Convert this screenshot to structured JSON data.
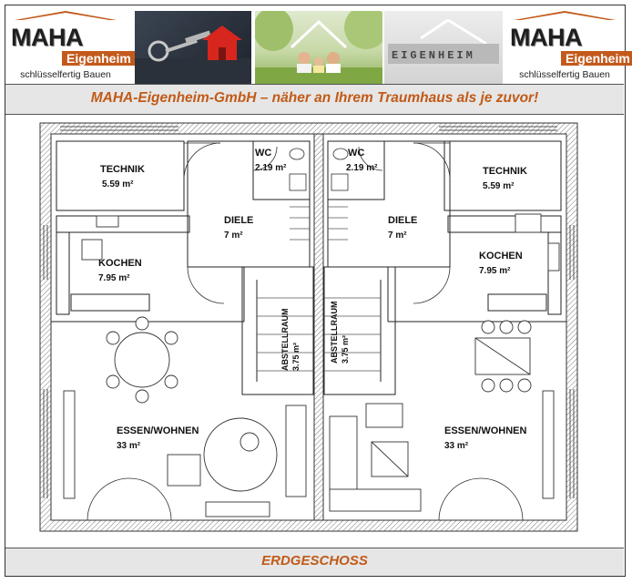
{
  "header": {
    "logo_left": {
      "brand": "MAHA",
      "sub": "Eigenheim",
      "tagline": "schlüsselfertig Bauen"
    },
    "logo_right": {
      "brand": "MAHA",
      "sub": "Eigenheim",
      "tagline": "schlüsselfertig Bauen"
    },
    "photos": [
      "house-key-photo",
      "family-house-photo",
      "eigenheim-coins-photo"
    ],
    "coins_text": "EIGENHEIM"
  },
  "banner": {
    "text": "MAHA-Eigenheim-GmbH – näher an Ihrem Traumhaus als je zuvor!"
  },
  "floorplan": {
    "left": {
      "technik": {
        "name": "TECHNIK",
        "area": "5.59 m²"
      },
      "wc": {
        "name": "WC",
        "area": "2.19 m²"
      },
      "diele": {
        "name": "DIELE",
        "area": "7 m²"
      },
      "kochen": {
        "name": "KOCHEN",
        "area": "7.95 m²"
      },
      "abstell": {
        "name": "ABSTELLRAUM",
        "area": "3.75 m²"
      },
      "essen": {
        "name": "ESSEN/WOHNEN",
        "area": "33 m²"
      }
    },
    "right": {
      "technik": {
        "name": "TECHNIK",
        "area": "5.59 m²"
      },
      "wc": {
        "name": "WC",
        "area": "2.19 m²"
      },
      "diele": {
        "name": "DIELE",
        "area": "7 m²"
      },
      "kochen": {
        "name": "KOCHEN",
        "area": "7.95 m²"
      },
      "abstell": {
        "name": "ABSTELLRAUM",
        "area": "3.75 m²"
      },
      "essen": {
        "name": "ESSEN/WOHNEN",
        "area": "33 m²"
      }
    }
  },
  "footer": {
    "text": "ERDGESCHOSS"
  },
  "colors": {
    "accent": "#c15a17",
    "band_bg": "#e6e6e6",
    "wall": "#9a9a9a"
  }
}
